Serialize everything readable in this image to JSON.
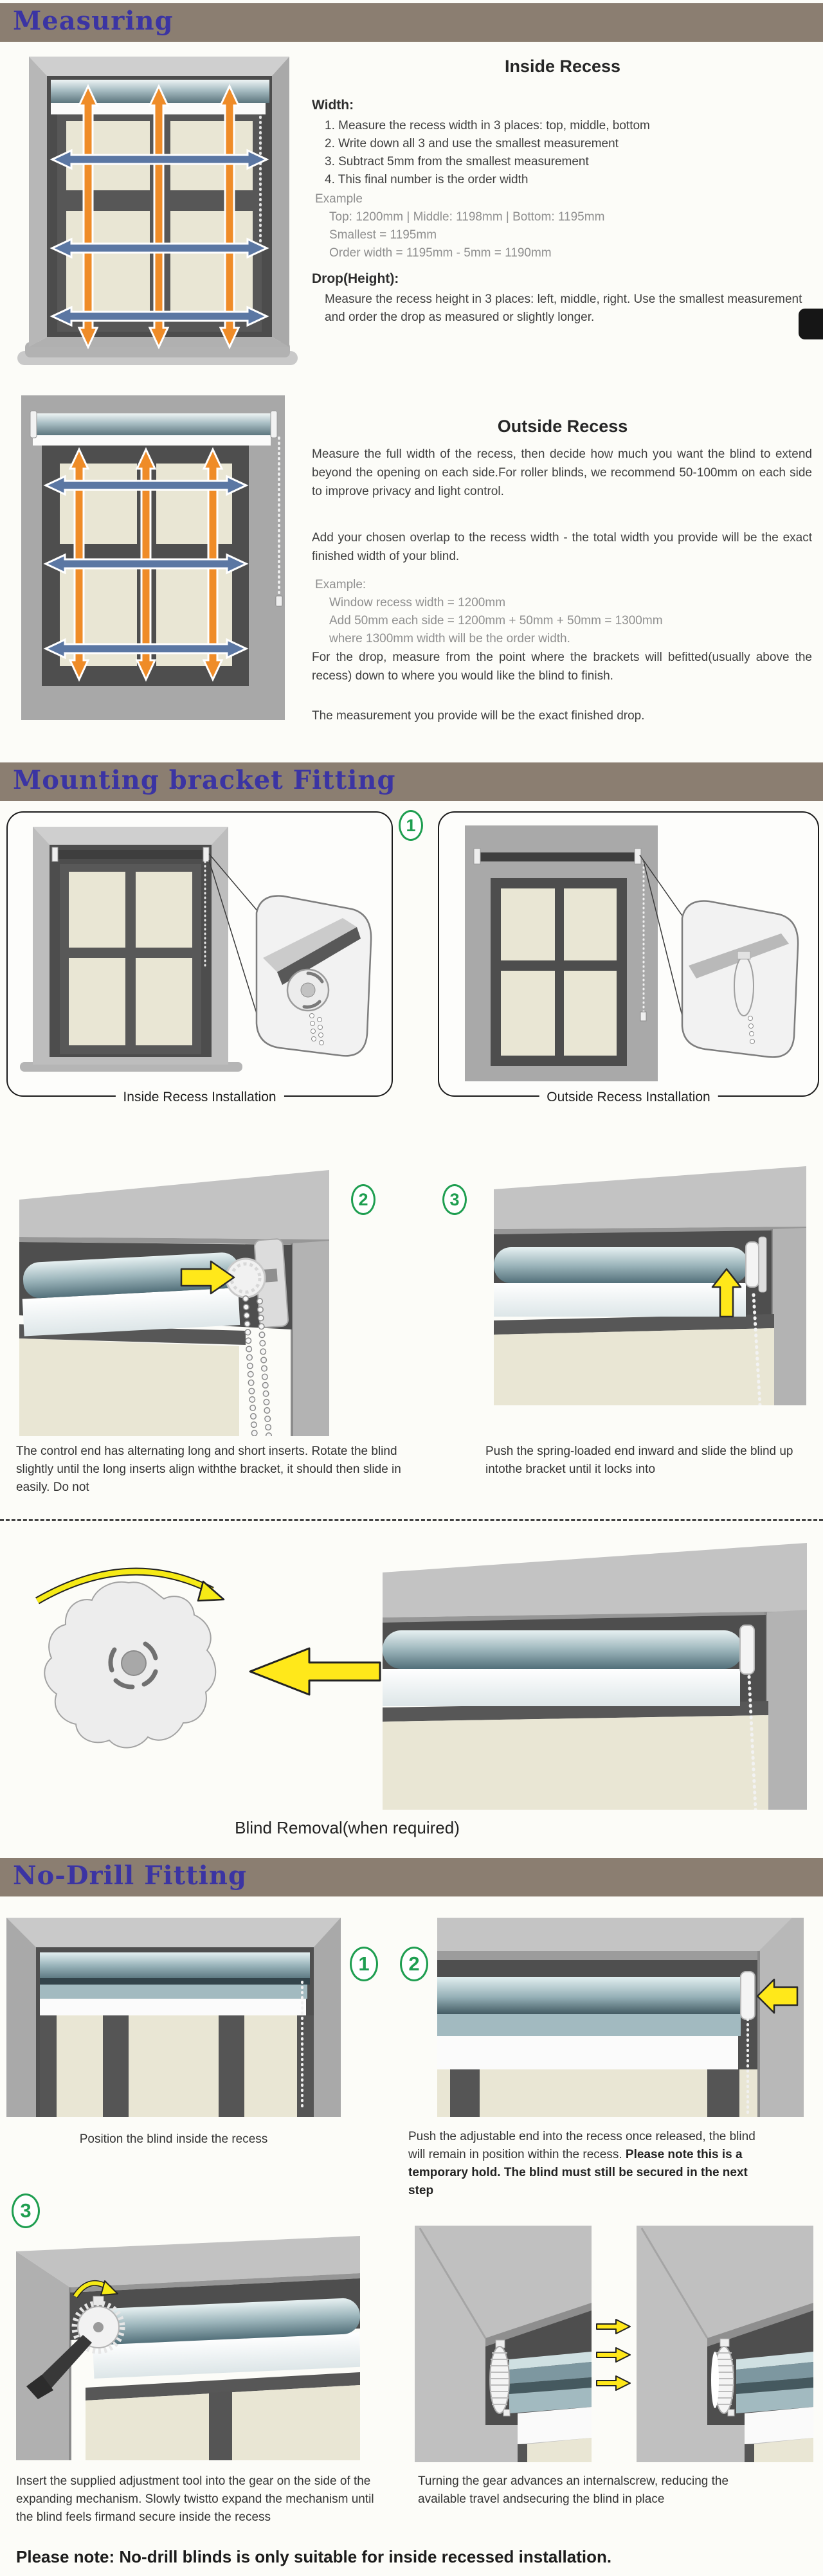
{
  "colors": {
    "header_bg": "#8b7e71",
    "header_text": "#3b34a3",
    "badge_green": "#1e9e50",
    "arrow_orange": "#ef8c28",
    "arrow_blue": "#5b77a3",
    "arrow_yellow": "#ffe81a",
    "pane_cream": "#e9e6d4",
    "frame_gray": "#b8b8b8",
    "recess_dark": "#4d4d4d"
  },
  "measuring": {
    "header": "Measuring",
    "inside": {
      "title": "Inside Recess",
      "width_label": "Width:",
      "width_steps": [
        "1. Measure the recess width in 3 places: top, middle, bottom",
        "2. Write down all 3 and use the smallest measurement",
        "3. Subtract 5mm from the smallest measurement",
        "4. This final number is the order width"
      ],
      "example_label": "Example",
      "example_lines": [
        "Top: 1200mm | Middle: 1198mm | Bottom: 1195mm",
        "Smallest = 1195mm",
        "Order width = 1195mm - 5mm = 1190mm"
      ],
      "drop_label": "Drop(Height):",
      "drop_text": "Measure the recess height in 3 places: left, middle, right. Use the smallest measurement and order the drop as measured or slightly longer."
    },
    "outside": {
      "title": "Outside Recess",
      "para1": "Measure the full width of the recess, then decide how much you want the blind to extend beyond the opening on each side.For roller blinds, we recommend 50-100mm on each side to improve privacy and light control.",
      "para2": "Add your chosen overlap to the recess width - the total width you provide will be the exact finished width of your blind.",
      "example_label": "Example:",
      "example_lines": [
        "Window recess width = 1200mm",
        "Add 50mm each side = 1200mm + 50mm + 50mm = 1300mm",
        "where 1300mm width will be the order width."
      ],
      "para3": "For the drop, measure from the point where the brackets will befitted(usually above the recess) down to where you would like the blind to finish.",
      "para4": "The measurement you provide will be the exact finished drop."
    }
  },
  "bracket": {
    "header": "Mounting bracket Fitting",
    "badge1": "1",
    "badge2": "2",
    "badge3": "3",
    "inside_label": "Inside Recess Installation",
    "outside_label": "Outside Recess Installation",
    "step2_text": "The control end has alternating long and short inserts. Rotate the blind slightly until the long inserts align withthe bracket, it should then slide in easily. Do not",
    "step3_text": "Push the spring-loaded end inward and slide the blind up intothe bracket until it locks into"
  },
  "removal": {
    "caption": "Blind Removal(when required)"
  },
  "nodrill": {
    "header": "No-Drill Fitting",
    "badge1": "1",
    "badge2": "2",
    "badge3": "3",
    "caption1": "Position the blind inside the recess",
    "caption2_normal": "Push the adjustable end into the recess once released, the blind will remain in position within the recess.",
    "caption2_bold": "Please note this is a temporary hold. The blind must still be secured in the next step",
    "caption3": "Insert the supplied adjustment tool into the gear on the side of the expanding mechanism. Slowly twistto expand the mechanism until the blind feels firmand secure inside the recess",
    "caption4": "Turning the gear advances an internalscrew, reducing the available travel andsecuring the blind in place",
    "note": "Please note: No-drill blinds is only suitable for inside recessed installation."
  }
}
